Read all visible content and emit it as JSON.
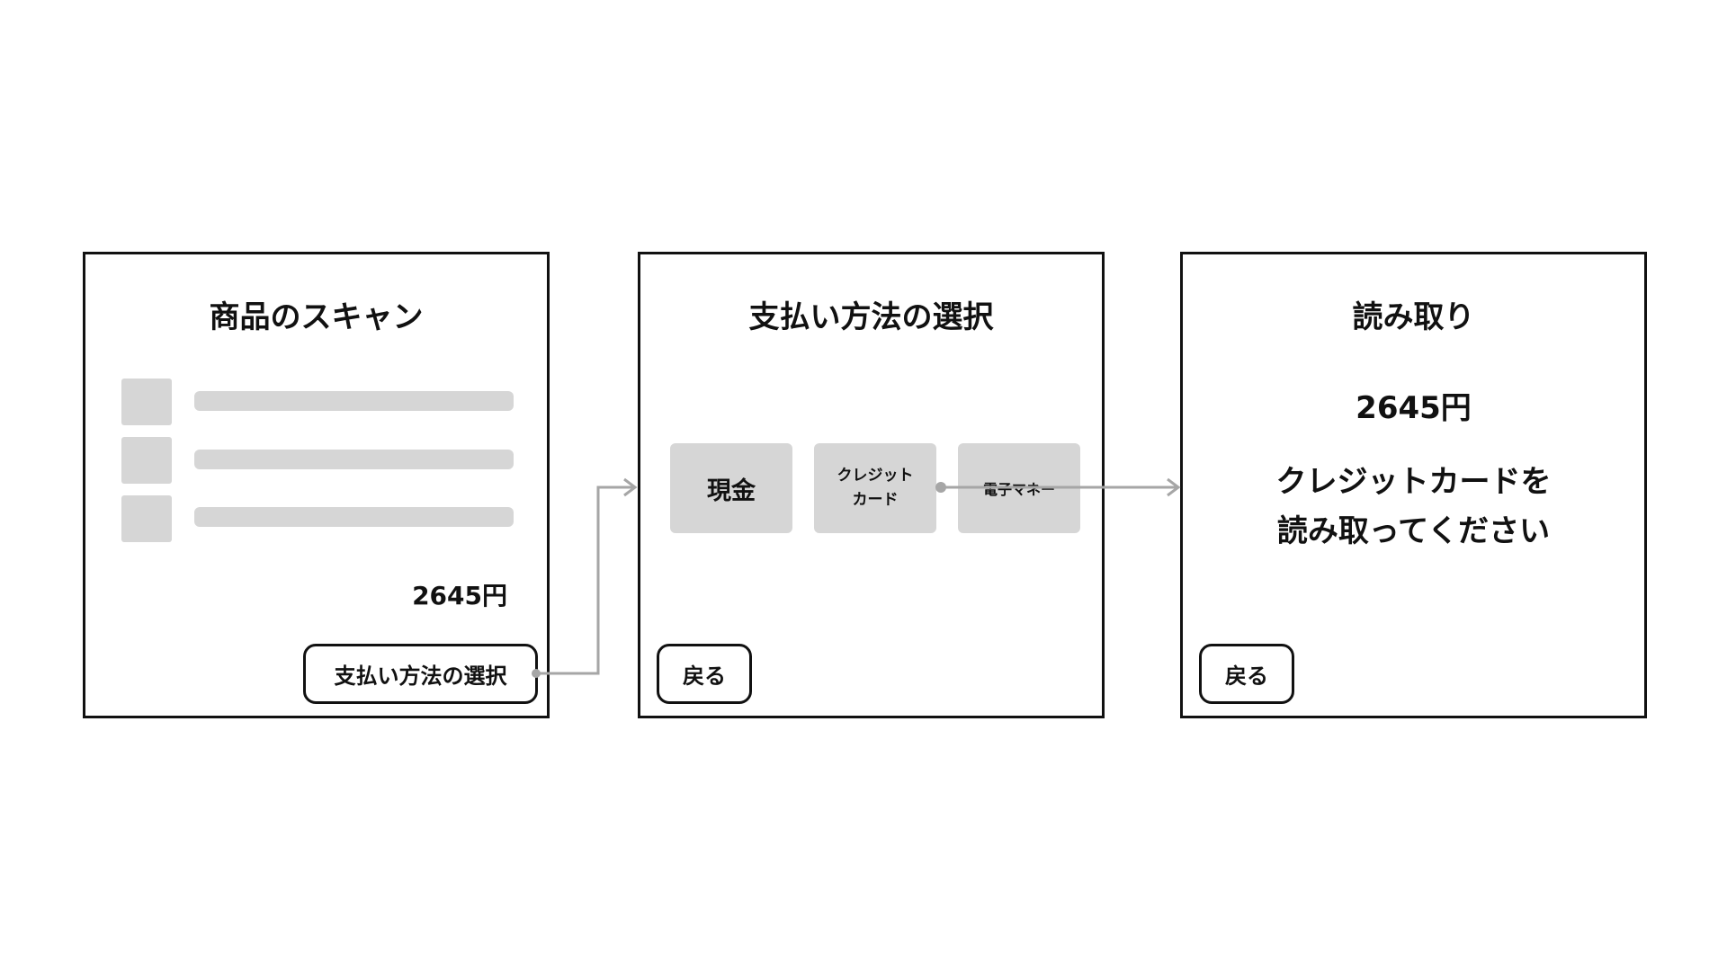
{
  "screens": {
    "scan": {
      "title": "商品のスキャン",
      "total": "2645円",
      "next_button": "支払い方法の選択"
    },
    "select": {
      "title": "支払い方法の選択",
      "options": {
        "cash": "現金",
        "credit": "クレジット\nカード",
        "emoney": "電子マネー"
      },
      "back_button": "戻る"
    },
    "read": {
      "title": "読み取り",
      "amount": "2645円",
      "instruction": "クレジットカードを\n読み取ってください",
      "back_button": "戻る"
    }
  },
  "colors": {
    "border": "#111111",
    "placeholder": "#d6d6d6",
    "connector": "#a6a6a6"
  }
}
